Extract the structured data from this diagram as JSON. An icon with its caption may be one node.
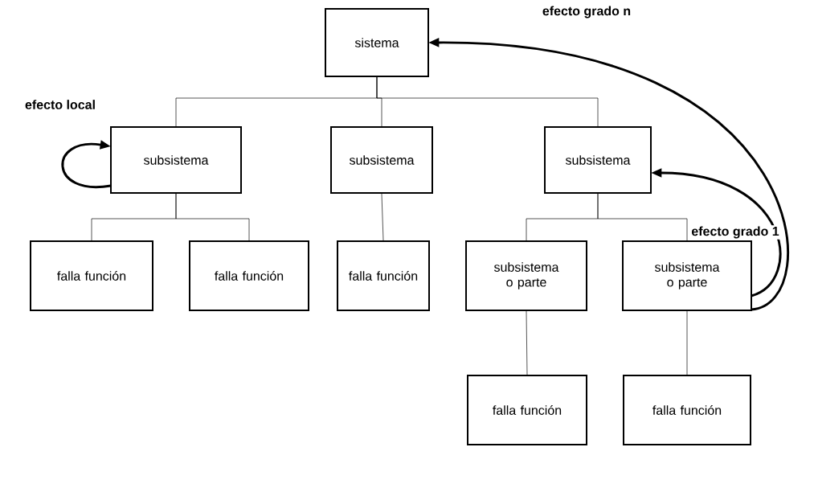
{
  "diagram": {
    "nodes": [
      {
        "text": [
          "sistema"
        ]
      },
      {
        "text": [
          "subsistema"
        ]
      },
      {
        "text": [
          "subsistema"
        ]
      },
      {
        "text": [
          "subsistema"
        ]
      },
      {
        "text": [
          "falla función"
        ]
      },
      {
        "text": [
          "falla función"
        ]
      },
      {
        "text": [
          "falla función"
        ]
      },
      {
        "text": [
          "subsistema o parte"
        ]
      },
      {
        "text": [
          "subsistema o parte"
        ]
      },
      {
        "text": [
          "falla función"
        ]
      },
      {
        "text": [
          "falla función"
        ]
      }
    ],
    "edges": [
      {
        "from": 0,
        "to": 1,
        "arrow": "none"
      },
      {
        "from": 0,
        "to": 2,
        "arrow": "none"
      },
      {
        "from": 0,
        "to": 3,
        "arrow": "none"
      },
      {
        "from": 1,
        "to": 4,
        "arrow": "none"
      },
      {
        "from": 1,
        "to": 5,
        "arrow": "none"
      },
      {
        "from": 2,
        "to": 6,
        "arrow": "none"
      },
      {
        "from": 3,
        "to": 7,
        "arrow": "none"
      },
      {
        "from": 3,
        "to": 8,
        "arrow": "none"
      },
      {
        "from": 7,
        "to": 9,
        "arrow": "none"
      },
      {
        "from": 8,
        "to": 10,
        "arrow": "none"
      },
      {
        "from": 1,
        "to": 1,
        "arrow": "to",
        "label": "efecto local",
        "style": "thick"
      },
      {
        "from": 8,
        "to": 3,
        "arrow": "to",
        "label": "efecto grado 1",
        "style": "thick"
      },
      {
        "from": 8,
        "to": 0,
        "arrow": "to",
        "label": "efecto grado n",
        "style": "thick"
      }
    ]
  }
}
